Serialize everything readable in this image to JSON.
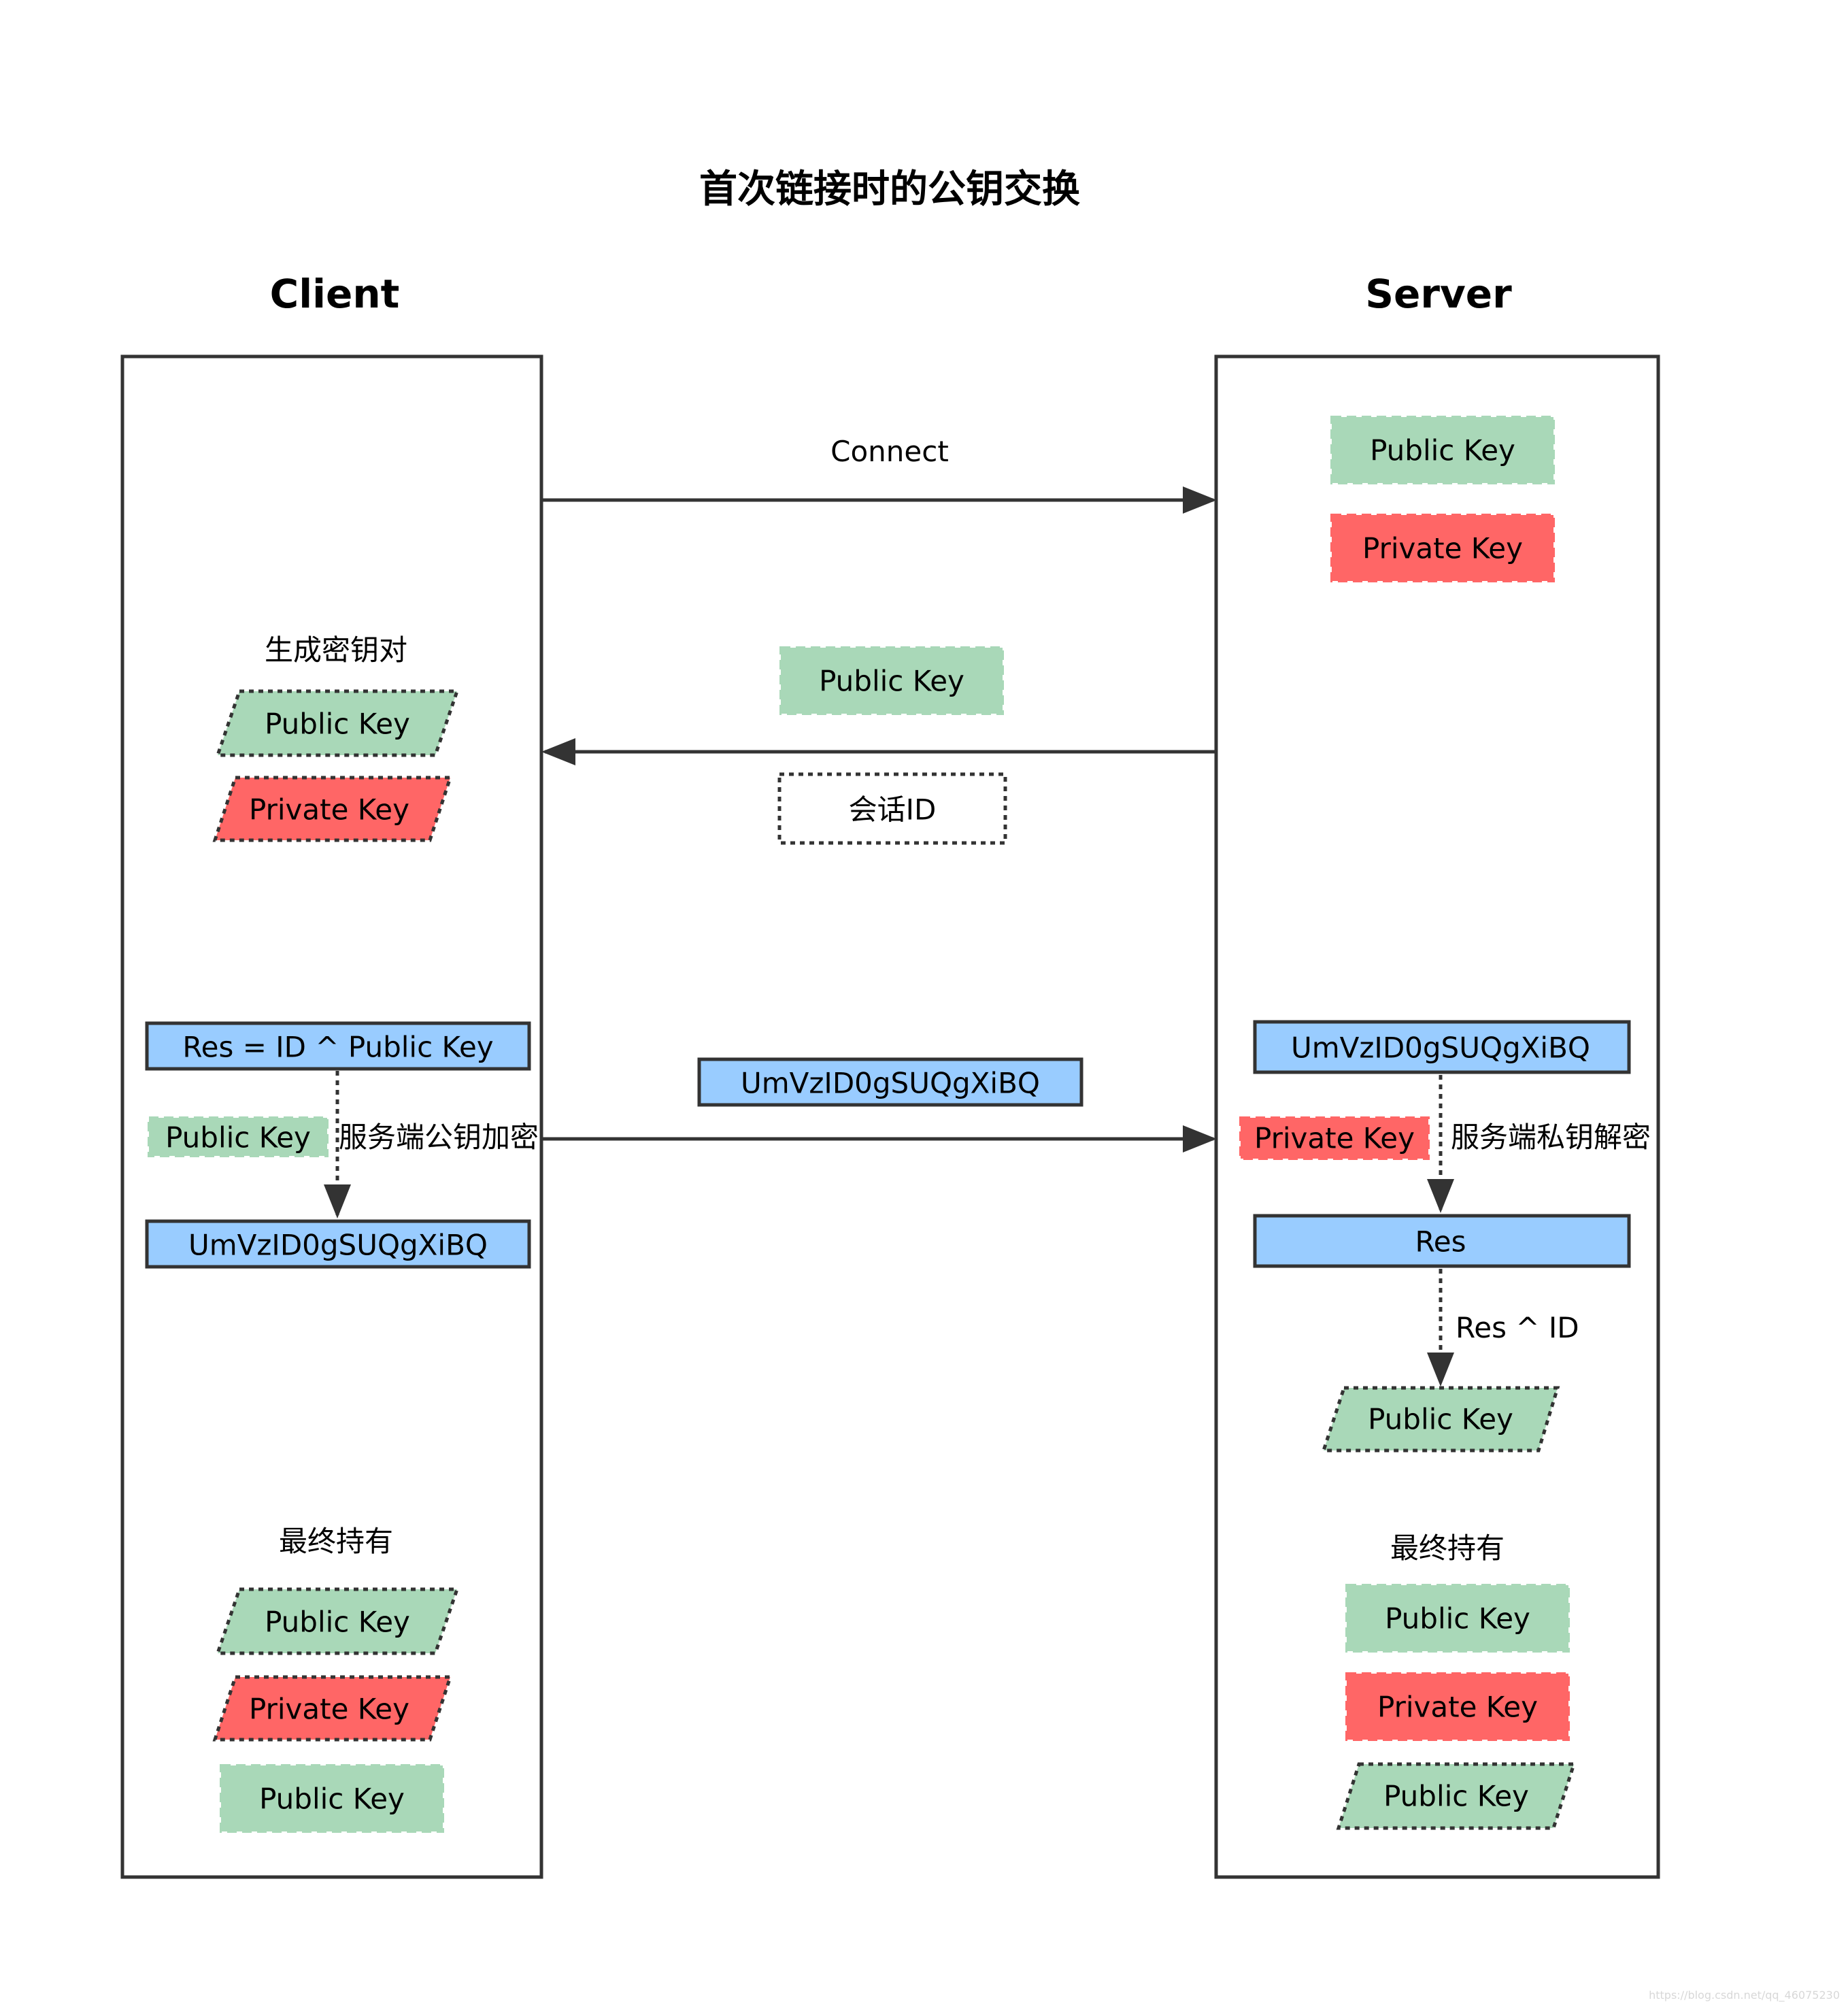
{
  "diagram": {
    "title": "首次链接时的公钥交换",
    "client_heading": "Client",
    "server_heading": "Server",
    "connect_label": "Connect",
    "session_id_label": "会话ID",
    "generate_keypair_label": "生成密钥对",
    "public_key": "Public Key",
    "private_key": "Private Key",
    "encrypted_message": "UmVzID0gSUQgXiBQ",
    "res_formula": "Res = ID ^ Public Key",
    "server_pubkey_encrypt_label": "服务端公钥加密",
    "server_privkey_decrypt_label": "服务端私钥解密",
    "res_label": "Res",
    "res_xor_id_label": "Res ^ ID",
    "final_holdings_label": "最终持有",
    "watermark": "https://blog.csdn.net/qq_46075230"
  },
  "colors": {
    "green_key": "#a9d8b8",
    "red_key": "#ff6666",
    "blue_box": "#99ccff",
    "stroke": "#333333"
  }
}
